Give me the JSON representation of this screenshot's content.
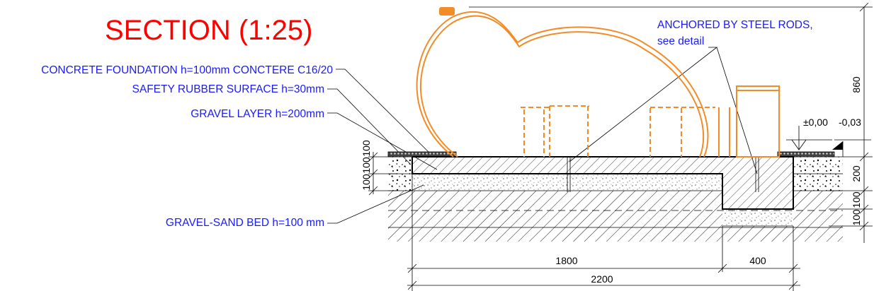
{
  "title": "SECTION (1:25)",
  "notes": {
    "concrete_foundation": "CONCRETE FOUNDATION h=100mm  CONCTERE C16/20",
    "safety_rubber": "SAFETY RUBBER SURFACE h=30mm",
    "gravel_layer": "GRAVEL LAYER h=200mm",
    "gravel_sand_bed": "GRAVEL-SAND BED  h=100 mm",
    "anchored_line1": "ANCHORED BY STEEL RODS,",
    "anchored_line2": "see detail"
  },
  "levels": {
    "zero": "±0,00",
    "minus": "-0,03"
  },
  "dimensions": {
    "height_total": "860",
    "right_200": "200",
    "right_100a": "100",
    "right_100b": "100",
    "left_100a": "100",
    "left_100b": "100",
    "left_100c": "100",
    "bottom_1800": "1800",
    "bottom_400": "400",
    "bottom_2200": "2200"
  },
  "colors": {
    "title": "#ff0000",
    "notes": "#1a1aff",
    "equipment": "#f28c28",
    "lines": "#000000"
  }
}
